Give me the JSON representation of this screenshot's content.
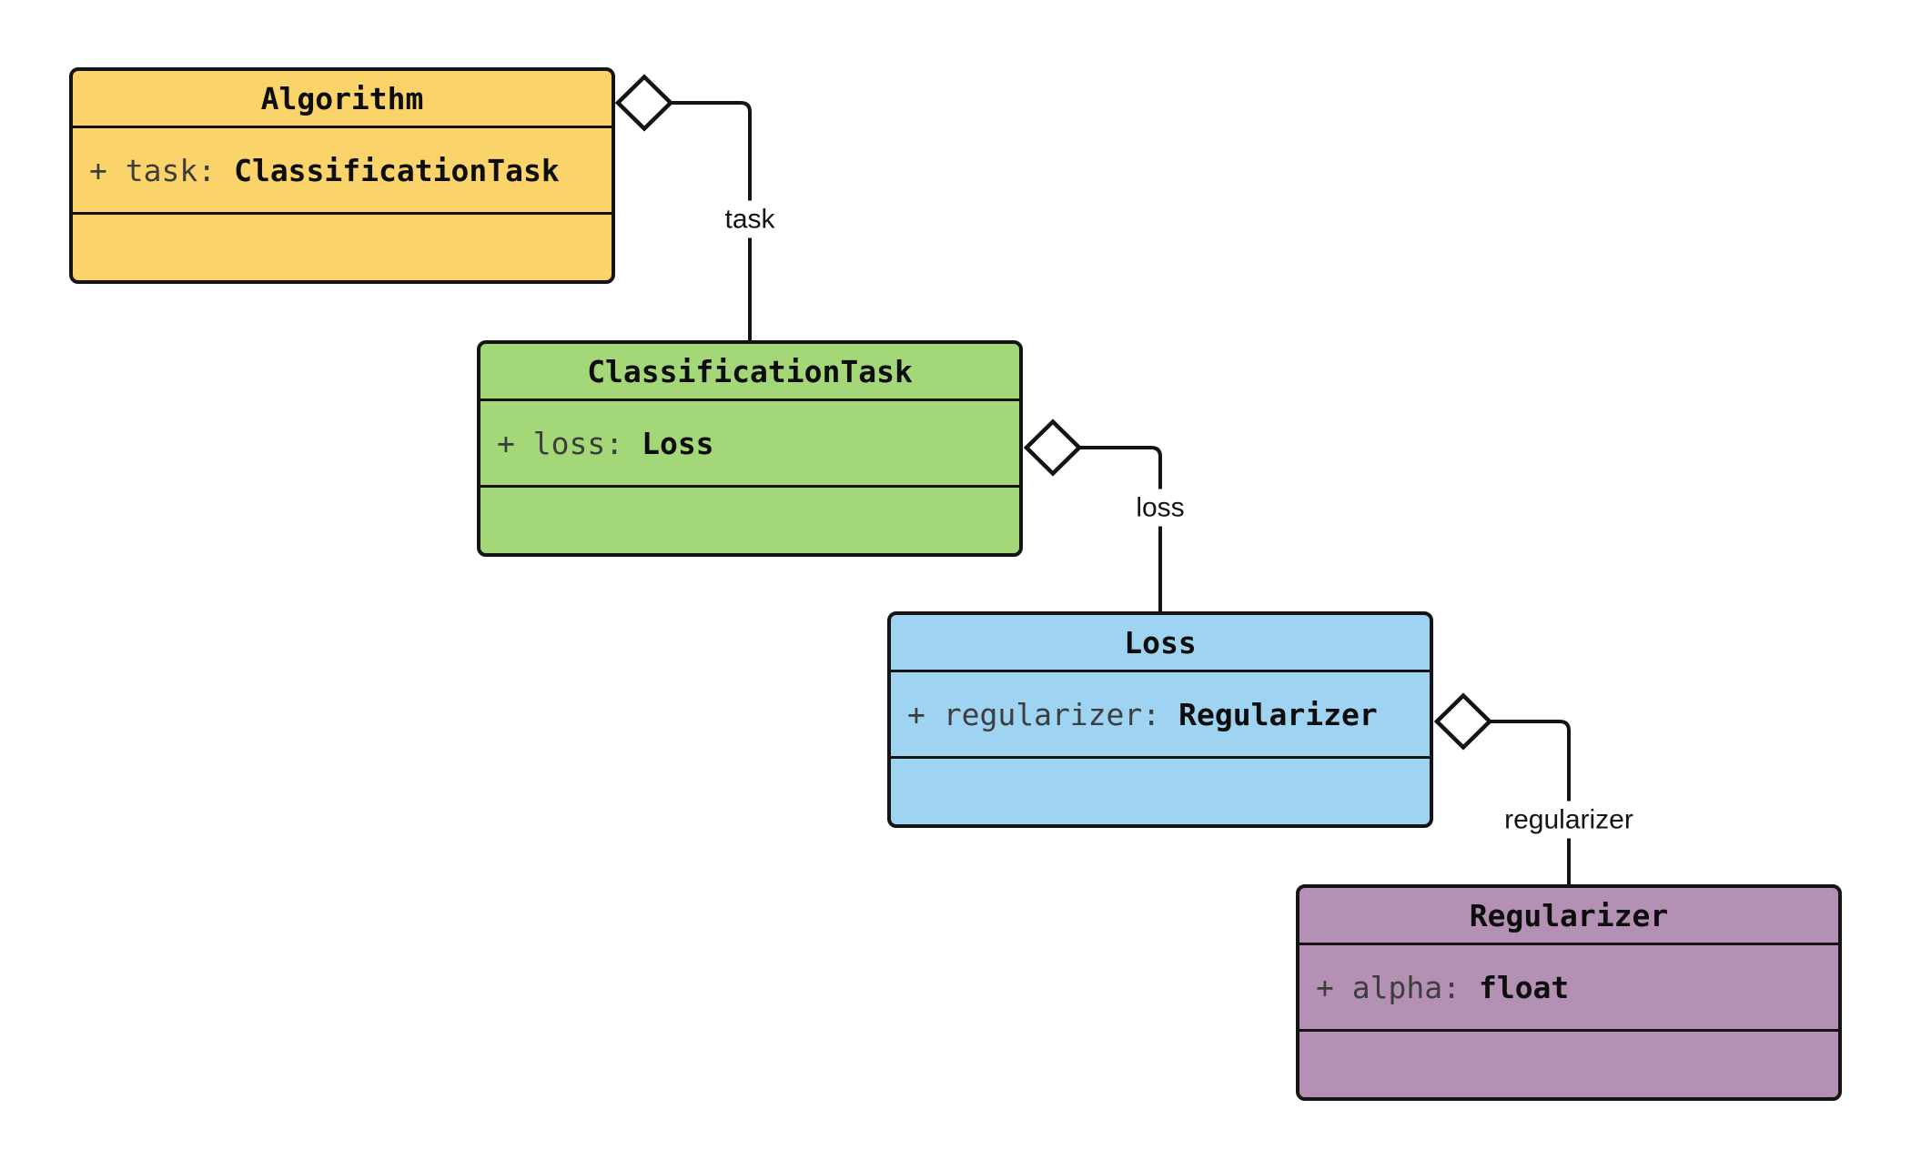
{
  "diagram": {
    "type": "uml-class-diagram",
    "classes": [
      {
        "name": "Algorithm",
        "fill": "#FBD36B",
        "attribute": {
          "label": "+ task:",
          "type": "ClassificationTask"
        },
        "methods": []
      },
      {
        "name": "ClassificationTask",
        "fill": "#A3D778",
        "attribute": {
          "label": "+ loss:",
          "type": "Loss"
        },
        "methods": []
      },
      {
        "name": "Loss",
        "fill": "#9ED3F2",
        "attribute": {
          "label": "+ regularizer:",
          "type": "Regularizer"
        },
        "methods": []
      },
      {
        "name": "Regularizer",
        "fill": "#B491B4",
        "attribute": {
          "label": "+ alpha:",
          "type": "float"
        },
        "methods": []
      }
    ],
    "edges": [
      {
        "from": "Algorithm",
        "to": "ClassificationTask",
        "label": "task",
        "kind": "aggregation"
      },
      {
        "from": "ClassificationTask",
        "to": "Loss",
        "label": "loss",
        "kind": "aggregation"
      },
      {
        "from": "Loss",
        "to": "Regularizer",
        "label": "regularizer",
        "kind": "aggregation"
      }
    ],
    "palette": {
      "background": "#ffffff",
      "border": "#141414",
      "attribute_label_text": "#3d3d3d",
      "attribute_type_text": "#0d0d0d",
      "edge_line": "#141414",
      "diamond_fill": "#ffffff",
      "edge_label_text": "#141414"
    }
  }
}
